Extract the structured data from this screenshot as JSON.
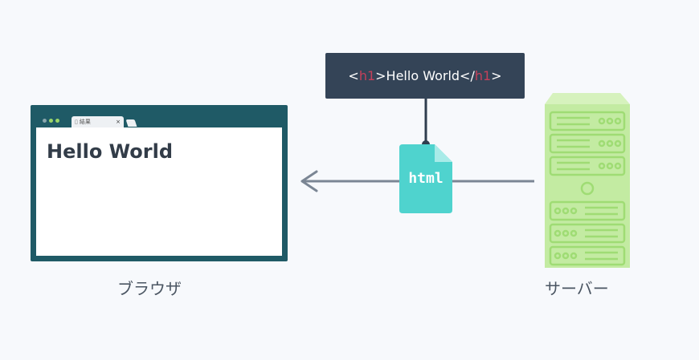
{
  "browser": {
    "tab_title": "結果",
    "tab_close": "×",
    "viewport_heading": "Hello World",
    "label": "ブラウザ"
  },
  "code_box": {
    "open_bracket": "<",
    "tag": "h1",
    "close_bracket": ">",
    "text": "Hello World",
    "end_open_bracket": "</",
    "end_tag": "h1",
    "end_close_bracket": ">"
  },
  "file": {
    "label": "html"
  },
  "server": {
    "label": "サーバー"
  },
  "colors": {
    "background": "#f7f9fc",
    "browser_frame": "#1f5a66",
    "code_box": "#344457",
    "tag_accent": "#c5405a",
    "file_teal": "#4fd3ce",
    "server_green": "#c3eba2",
    "arrow": "#7b8694"
  }
}
